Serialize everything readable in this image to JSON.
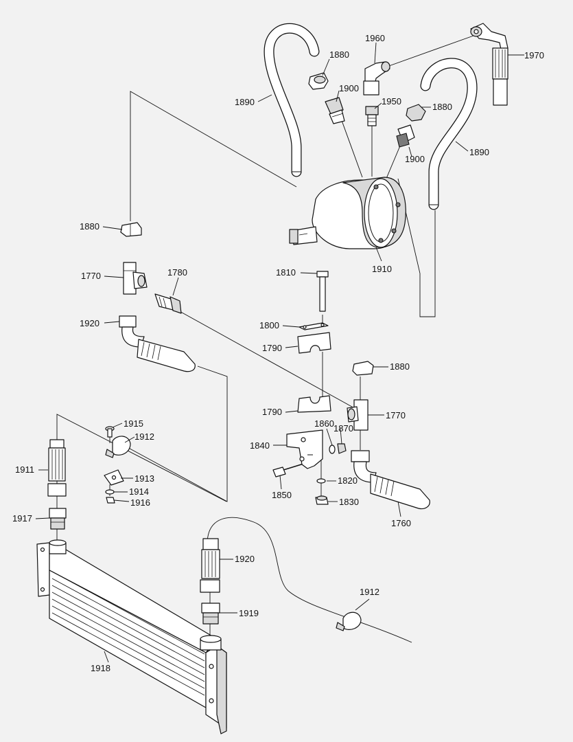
{
  "labels": [
    {
      "id": "l1890a",
      "text": "1890"
    },
    {
      "id": "l1880a",
      "text": "1880"
    },
    {
      "id": "l1960",
      "text": "1960"
    },
    {
      "id": "l1970",
      "text": "1970"
    },
    {
      "id": "l1900a",
      "text": "1900"
    },
    {
      "id": "l1950",
      "text": "1950"
    },
    {
      "id": "l1880b",
      "text": "1880"
    },
    {
      "id": "l1900b",
      "text": "1900"
    },
    {
      "id": "l1890b",
      "text": "1890"
    },
    {
      "id": "l1880c",
      "text": "1880"
    },
    {
      "id": "l1910",
      "text": "1910"
    },
    {
      "id": "l1770a",
      "text": "1770"
    },
    {
      "id": "l1780",
      "text": "1780"
    },
    {
      "id": "l1810",
      "text": "1810"
    },
    {
      "id": "l1920a",
      "text": "1920"
    },
    {
      "id": "l1800",
      "text": "1800"
    },
    {
      "id": "l1790a",
      "text": "1790"
    },
    {
      "id": "l1880d",
      "text": "1880"
    },
    {
      "id": "l1790b",
      "text": "1790"
    },
    {
      "id": "l1770b",
      "text": "1770"
    },
    {
      "id": "l1915",
      "text": "1915"
    },
    {
      "id": "l1912a",
      "text": "1912"
    },
    {
      "id": "l1860",
      "text": "1860"
    },
    {
      "id": "l1870",
      "text": "1870"
    },
    {
      "id": "l1840",
      "text": "1840"
    },
    {
      "id": "l1911",
      "text": "1911"
    },
    {
      "id": "l1913",
      "text": "1913"
    },
    {
      "id": "l1914",
      "text": "1914"
    },
    {
      "id": "l1916",
      "text": "1916"
    },
    {
      "id": "l1850",
      "text": "1850"
    },
    {
      "id": "l1820",
      "text": "1820"
    },
    {
      "id": "l1830",
      "text": "1830"
    },
    {
      "id": "l1917",
      "text": "1917"
    },
    {
      "id": "l1760",
      "text": "1760"
    },
    {
      "id": "l1920b",
      "text": "1920"
    },
    {
      "id": "l1912b",
      "text": "1912"
    },
    {
      "id": "l1919",
      "text": "1919"
    },
    {
      "id": "l1918",
      "text": "1918"
    }
  ]
}
